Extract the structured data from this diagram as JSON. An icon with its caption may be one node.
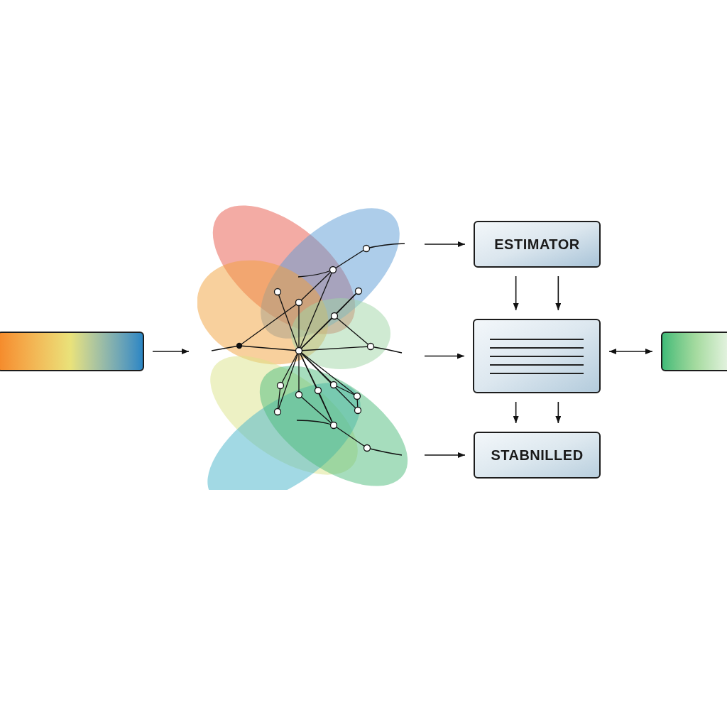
{
  "diagram": {
    "nodes": [
      {
        "text": [],
        "shape": "bar"
      },
      {
        "text": [],
        "shape": "picture"
      },
      {
        "text": [
          "ESTIMATOR"
        ]
      },
      {
        "text": [],
        "shape": "box"
      },
      {
        "text": [
          "STABNILLED"
        ]
      },
      {
        "text": [],
        "shape": "bar"
      }
    ],
    "edges": [
      {
        "from": 0,
        "to": 1,
        "arrow": "to"
      },
      {
        "from": 1,
        "to": 2,
        "arrow": "to"
      },
      {
        "from": 1,
        "to": 3,
        "arrow": "to"
      },
      {
        "from": 1,
        "to": 4,
        "arrow": "to"
      },
      {
        "from": 2,
        "to": 3,
        "arrow": "to"
      },
      {
        "from": 2,
        "to": 3,
        "arrow": "to"
      },
      {
        "from": 3,
        "to": 4,
        "arrow": "to"
      },
      {
        "from": 3,
        "to": 4,
        "arrow": "to"
      },
      {
        "from": 3,
        "to": 5,
        "arrow": "both"
      }
    ]
  }
}
